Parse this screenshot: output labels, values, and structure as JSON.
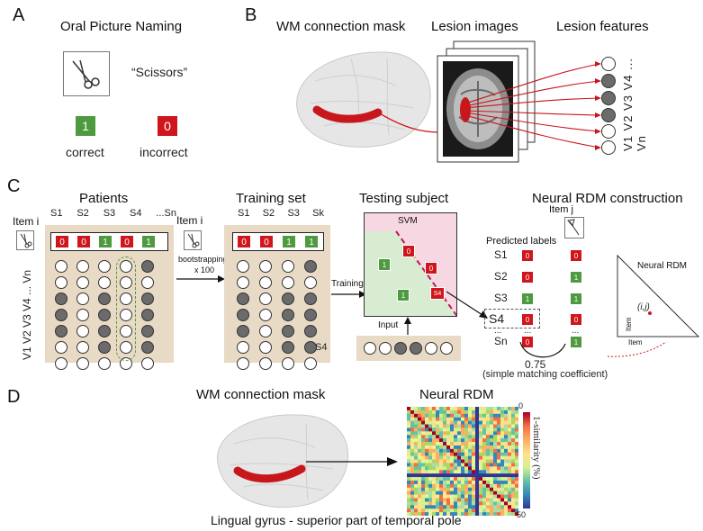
{
  "panels": {
    "a": "A",
    "b": "B",
    "c": "C",
    "d": "D"
  },
  "a": {
    "title": "Oral Picture Naming",
    "word": "“Scissors”",
    "correct_value": "1",
    "correct_label": "correct",
    "incorrect_value": "0",
    "incorrect_label": "incorrect"
  },
  "b": {
    "mask_title": "WM connection mask",
    "lesion_title": "Lesion images",
    "features_title": "Lesion features",
    "feature_labels": [
      "Vn",
      "V4 ...",
      "V3",
      "V2",
      "V1"
    ]
  },
  "c": {
    "item_label": "Item i",
    "patients_title": "Patients",
    "patient_cols": [
      "S1",
      "S2",
      "S3",
      "S4",
      "...Sn"
    ],
    "patient_labels": [
      "0",
      "0",
      "1",
      "0",
      "1"
    ],
    "v_labels": "V1  V2  V3  V4 ...  Vn",
    "bootstrap_text": "bootstrapping",
    "bootstrap_times": "x 100",
    "training_title": "Training set",
    "training_cols": [
      "S1",
      "S2",
      "S3",
      "Sk"
    ],
    "training_labels": [
      "0",
      "0",
      "1",
      "1"
    ],
    "testing_title": "Testing subject",
    "svm_label": "SVM",
    "svm_points": [
      "0",
      "1",
      "0",
      "1",
      "S4"
    ],
    "training_arrow": "Training",
    "input_label": "Input",
    "s4_label": "S4",
    "rdm_title": "Neural RDM construction",
    "item_j": "Item j",
    "predicted_labels": "Predicted labels",
    "pred_rows": [
      {
        "s": "S1",
        "a": "0",
        "b": "0"
      },
      {
        "s": "S2",
        "a": "0",
        "b": "1"
      },
      {
        "s": "S3",
        "a": "1",
        "b": "1"
      },
      {
        "s": "S4",
        "a": "0",
        "b": "0"
      },
      {
        "s": "...",
        "a": "",
        "b": ""
      },
      {
        "s": "Sn",
        "a": "0",
        "b": "1"
      }
    ],
    "coef_value": "0.75",
    "coef_label": "(simple matching coefficient)",
    "neural_rdm": "Neural RDM",
    "ij": "(i,j)",
    "item_axis_y": "Item",
    "item_axis_x": "Item"
  },
  "d": {
    "mask_title": "WM connection mask",
    "rdm_title": "Neural RDM",
    "caption": "Lingual gyrus -  superior part of temporal pole",
    "colorbar_label": "1-similarity (%)",
    "colorbar_min": "0",
    "colorbar_max": "50"
  },
  "colors": {
    "green": "#4e9a3f",
    "red": "#d0161d",
    "beige": "#e8dac5",
    "lesion": "#c8171c"
  }
}
